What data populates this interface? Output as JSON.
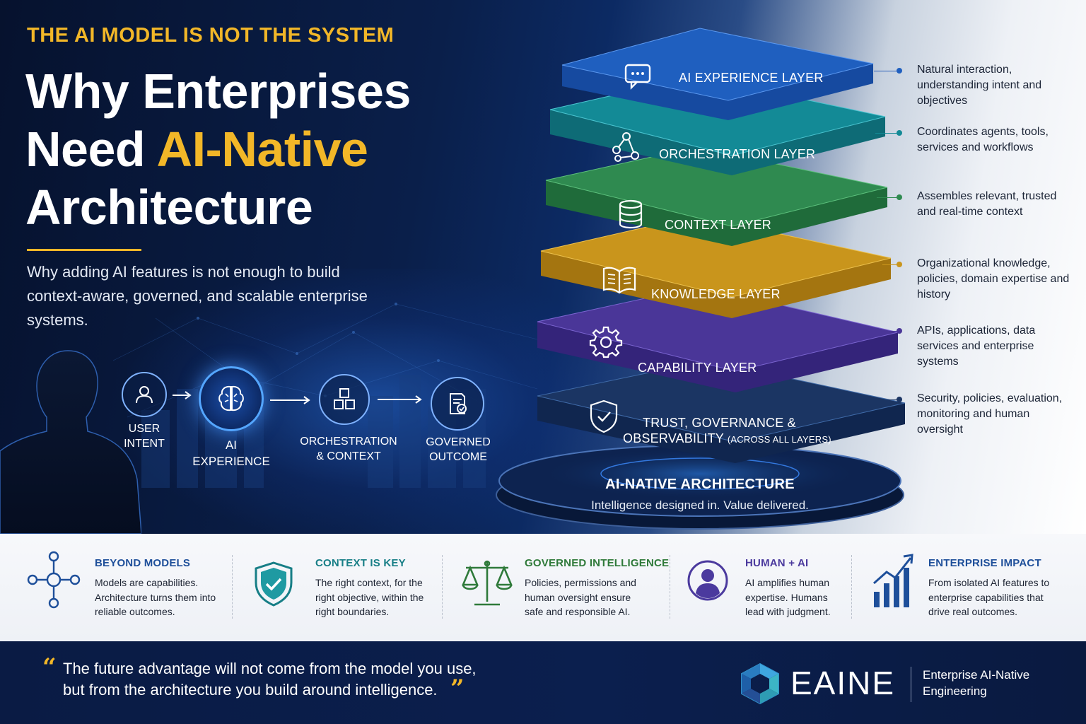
{
  "header": {
    "eyebrow": "THE AI MODEL IS NOT THE SYSTEM",
    "title_line1": "Why Enterprises",
    "title_line2_plain": "Need ",
    "title_line2_accent": "AI-Native",
    "title_line3": "Architecture",
    "subtitle": "Why adding AI features is not enough to build context-aware, governed, and scalable enterprise systems."
  },
  "flow": [
    {
      "label_1": "USER",
      "label_2": "INTENT",
      "icon": "user-icon"
    },
    {
      "label_1": "AI",
      "label_2": "EXPERIENCE",
      "icon": "brain-icon"
    },
    {
      "label_1": "ORCHESTRATION",
      "label_2": "& CONTEXT",
      "icon": "cubes-icon"
    },
    {
      "label_1": "GOVERNED",
      "label_2": "OUTCOME",
      "icon": "document-check-icon"
    }
  ],
  "layers": [
    {
      "name": "AI EXPERIENCE LAYER",
      "icon": "chat-bubble-icon",
      "color": "#1f5fbf",
      "desc": "Natural interaction, understanding intent and objectives"
    },
    {
      "name": "ORCHESTRATION LAYER",
      "icon": "network-nodes-icon",
      "color": "#138a96",
      "desc": "Coordinates agents, tools, services and workflows"
    },
    {
      "name": "CONTEXT LAYER",
      "icon": "database-icon",
      "color": "#2f8a50",
      "desc": "Assembles relevant, trusted and real-time context"
    },
    {
      "name": "KNOWLEDGE LAYER",
      "icon": "open-book-icon",
      "color": "#c9951c",
      "desc": "Organizational knowledge, policies, domain expertise and history"
    },
    {
      "name": "CAPABILITY LAYER",
      "icon": "gear-icon",
      "color": "#4a3698",
      "desc": "APIs, applications, data services and enterprise systems"
    },
    {
      "name": "TRUST, GOVERNANCE &",
      "name_2": "OBSERVABILITY",
      "name_note": "(ACROSS ALL LAYERS)",
      "icon": "shield-check-icon",
      "color": "#1b3563",
      "desc": "Security, policies, evaluation, monitoring and human oversight"
    }
  ],
  "base": {
    "title": "AI-NATIVE ARCHITECTURE",
    "subtitle": "Intelligence designed in. Value delivered."
  },
  "pillars": [
    {
      "title": "BEYOND MODELS",
      "text": "Models are capabilities. Architecture turns them into reliable outcomes.",
      "icon": "hub-nodes-icon",
      "color": "#1e4f9a"
    },
    {
      "title": "CONTEXT IS KEY",
      "text": "The right context, for the right objective, within the right boundaries.",
      "icon": "shield-check-icon",
      "color": "#177e86"
    },
    {
      "title": "GOVERNED INTELLIGENCE",
      "text": "Policies, permissions and human oversight ensure safe and responsible AI.",
      "icon": "scales-icon",
      "color": "#2f7a3a"
    },
    {
      "title": "HUMAN + AI",
      "text": "AI amplifies human expertise. Humans lead with judgment.",
      "icon": "person-circle-icon",
      "color": "#4b3a9e"
    },
    {
      "title": "ENTERPRISE IMPACT",
      "text": "From isolated AI features to enterprise capabilities that drive real outcomes.",
      "icon": "growth-chart-icon",
      "color": "#1e4f9a"
    }
  ],
  "footer": {
    "quote_open": "“",
    "quote_line1": "The future advantage will not come from the model you use,",
    "quote_line2": "but from the architecture you build around intelligence.",
    "quote_close": "”",
    "brand": "EAINE",
    "tagline": "Enterprise AI-Native Engineering"
  }
}
